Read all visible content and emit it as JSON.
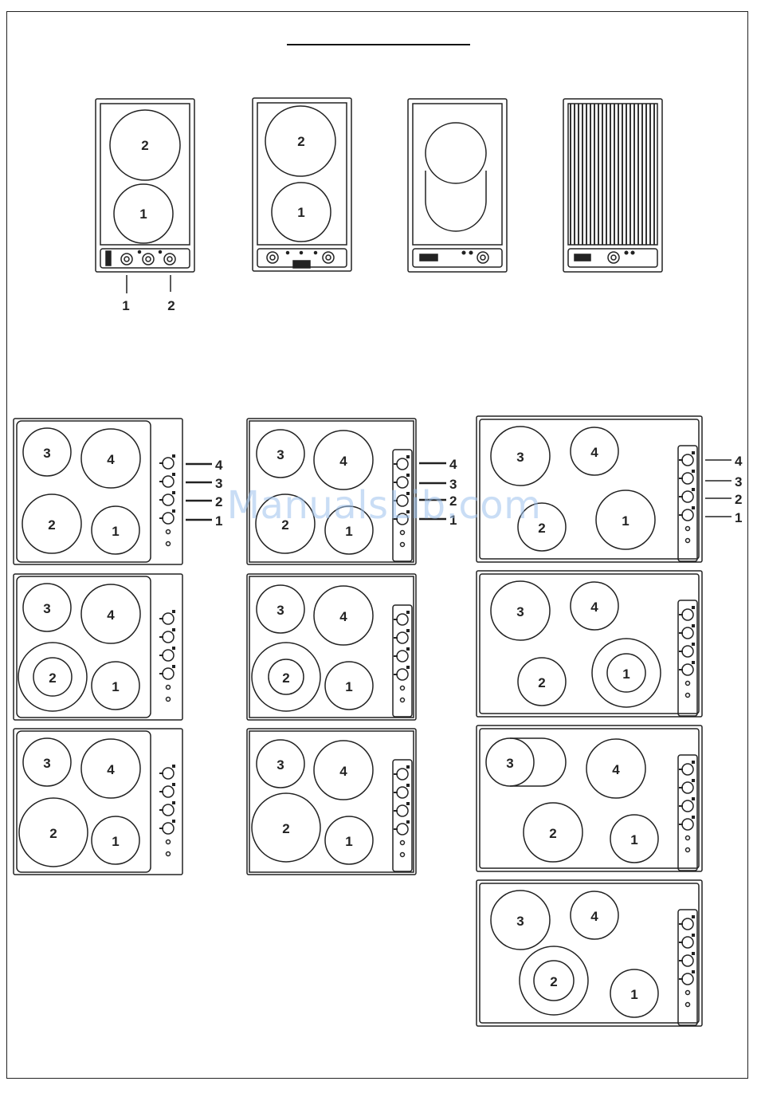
{
  "watermark": "ManualsLib.com",
  "domino_labels": {
    "left": "1",
    "right": "2"
  },
  "zone_labels": [
    "1",
    "2",
    "3",
    "4"
  ],
  "knob_labels": [
    "4",
    "3",
    "2",
    "1"
  ]
}
